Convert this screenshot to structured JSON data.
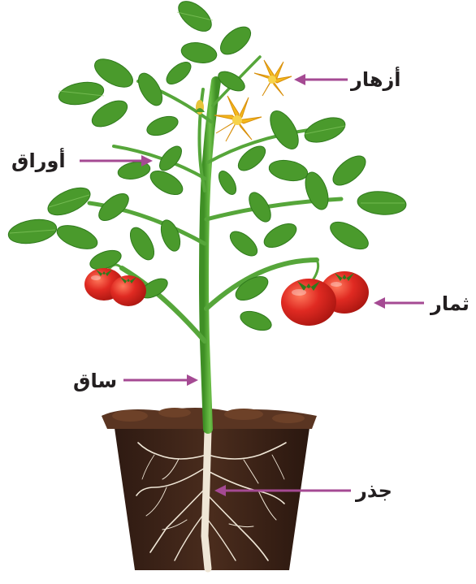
{
  "labels": {
    "flowers": "أزهار",
    "leaves": "أوراق",
    "fruits": "ثمار",
    "stem": "ساق",
    "root": "جذر"
  },
  "colors": {
    "arrow": "#a54a93",
    "leaf": "#4a9a2c",
    "leaf_dark": "#2f7a1c",
    "stem": "#56a63a",
    "flower": "#f4b81c",
    "fruit": "#e02a22",
    "soil": "#4a2a1a",
    "pot": "#3a2318",
    "root": "#f4f1ea"
  }
}
